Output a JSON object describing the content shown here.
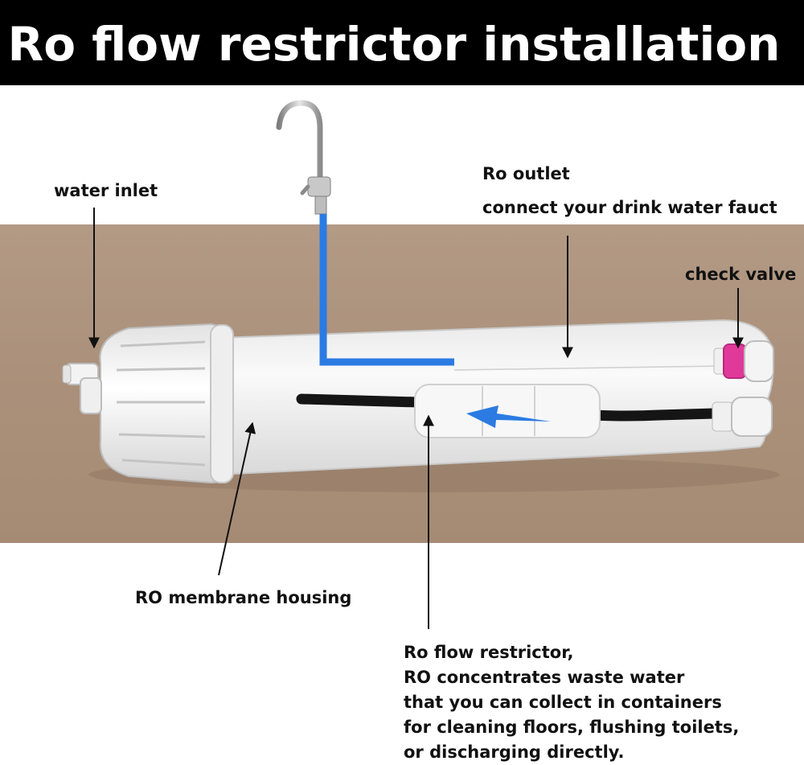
{
  "title": "Ro flow restrictor installation",
  "labels": {
    "water_inlet": "water inlet",
    "ro_outlet": "Ro outlet",
    "connect_faucet": "connect your drink water fauct",
    "check_valve": "check valve",
    "membrane_housing": "RO membrane housing",
    "restrictor_lines": [
      "Ro flow restrictor,",
      "RO concentrates waste water",
      "that you can collect in containers",
      "for cleaning floors, flushing toilets,",
      "or discharging directly."
    ]
  },
  "colors": {
    "title_bg": "#000000",
    "title_text": "#ffffff",
    "board": "#ab917b",
    "pipe_blue": "#2b7be3",
    "housing_white": "#f1f1f1",
    "tube_black": "#151515",
    "check_valve_pink": "#e0399a"
  }
}
